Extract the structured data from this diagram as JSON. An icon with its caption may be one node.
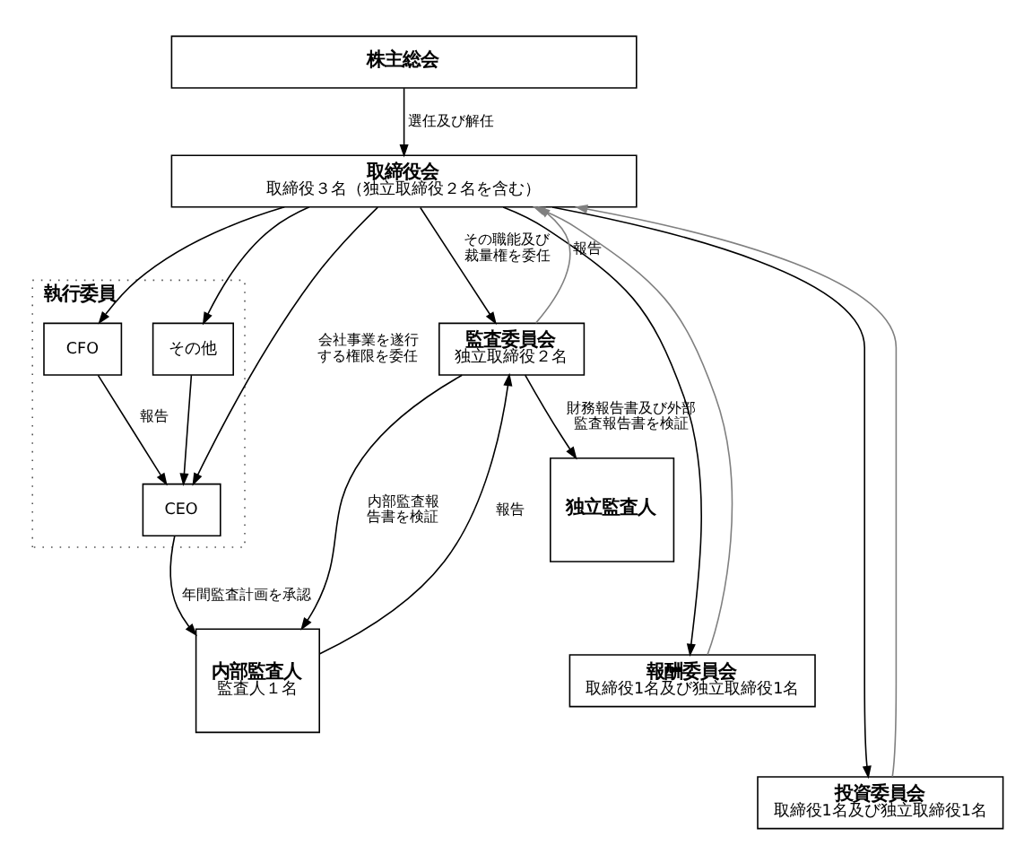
{
  "diagram": {
    "nodes": [
      {
        "text": [
          "株主総会"
        ]
      },
      {
        "text": [
          "取締役会",
          "取締役３名（独立取締役２名を含む）"
        ]
      },
      {
        "text": [
          "執行委員"
        ]
      },
      {
        "text": [
          "CEO"
        ],
        "in": 2
      },
      {
        "text": [
          "CFO"
        ],
        "in": 2
      },
      {
        "text": [
          "その他"
        ],
        "in": 2
      },
      {
        "text": [
          "監査委員会",
          "独立取締役２名"
        ]
      },
      {
        "text": [
          "内部監査人",
          "監査人１名"
        ]
      },
      {
        "text": [
          "独立監査人"
        ]
      },
      {
        "text": [
          "報酬委員会",
          "取締役1名及び独立取締役1名"
        ]
      },
      {
        "text": [
          "投資委員会",
          "取締役1名及び独立取締役1名"
        ]
      }
    ],
    "edges": [
      {
        "from": 0,
        "to": 1,
        "arrow": "to",
        "label": "選任及び解任"
      },
      {
        "from": 1,
        "to": 3,
        "arrow": "to",
        "label": "会社事業を遂行する権限を委任"
      },
      {
        "from": 1,
        "to": 4,
        "arrow": "to"
      },
      {
        "from": 1,
        "to": 5,
        "arrow": "to"
      },
      {
        "from": 4,
        "to": 3,
        "arrow": "to",
        "label": "報告"
      },
      {
        "from": 5,
        "to": 3,
        "arrow": "to"
      },
      {
        "from": 3,
        "to": 7,
        "arrow": "to",
        "label": "年間監査計画を承認"
      },
      {
        "from": 1,
        "to": 6,
        "arrow": "to",
        "label": "その職能及び裁量権を委任"
      },
      {
        "from": 1,
        "to": 9,
        "arrow": "to"
      },
      {
        "from": 1,
        "to": 10,
        "arrow": "to"
      },
      {
        "from": 6,
        "to": 7,
        "arrow": "to",
        "label": "内部監査報告書を検証"
      },
      {
        "from": 7,
        "to": 6,
        "arrow": "to",
        "label": "報告"
      },
      {
        "from": 6,
        "to": 8,
        "arrow": "to",
        "label": "財務報告書及び外部監査報告書を検証"
      },
      {
        "from": 6,
        "to": 1,
        "arrow": "to",
        "label": "報告",
        "color": "#808080"
      },
      {
        "from": 9,
        "to": 1,
        "arrow": "to",
        "color": "#808080"
      },
      {
        "from": 10,
        "to": 1,
        "arrow": "to",
        "color": "#808080"
      }
    ]
  }
}
